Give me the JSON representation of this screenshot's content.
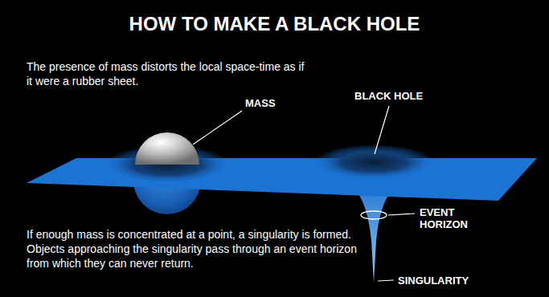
{
  "diagram": {
    "title": "HOW TO MAKE A BLACK HOLE",
    "labels": [
      "The presence of mass distorts the local space-time as if it were a rubber sheet.",
      "MASS",
      "BLACK HOLE",
      "EVENT HORIZON",
      "SINGULARITY",
      "If enough mass is concentrated at a point, a singularity is formed. Objects approaching the singularity pass through an event horizon from which they can never return."
    ]
  }
}
